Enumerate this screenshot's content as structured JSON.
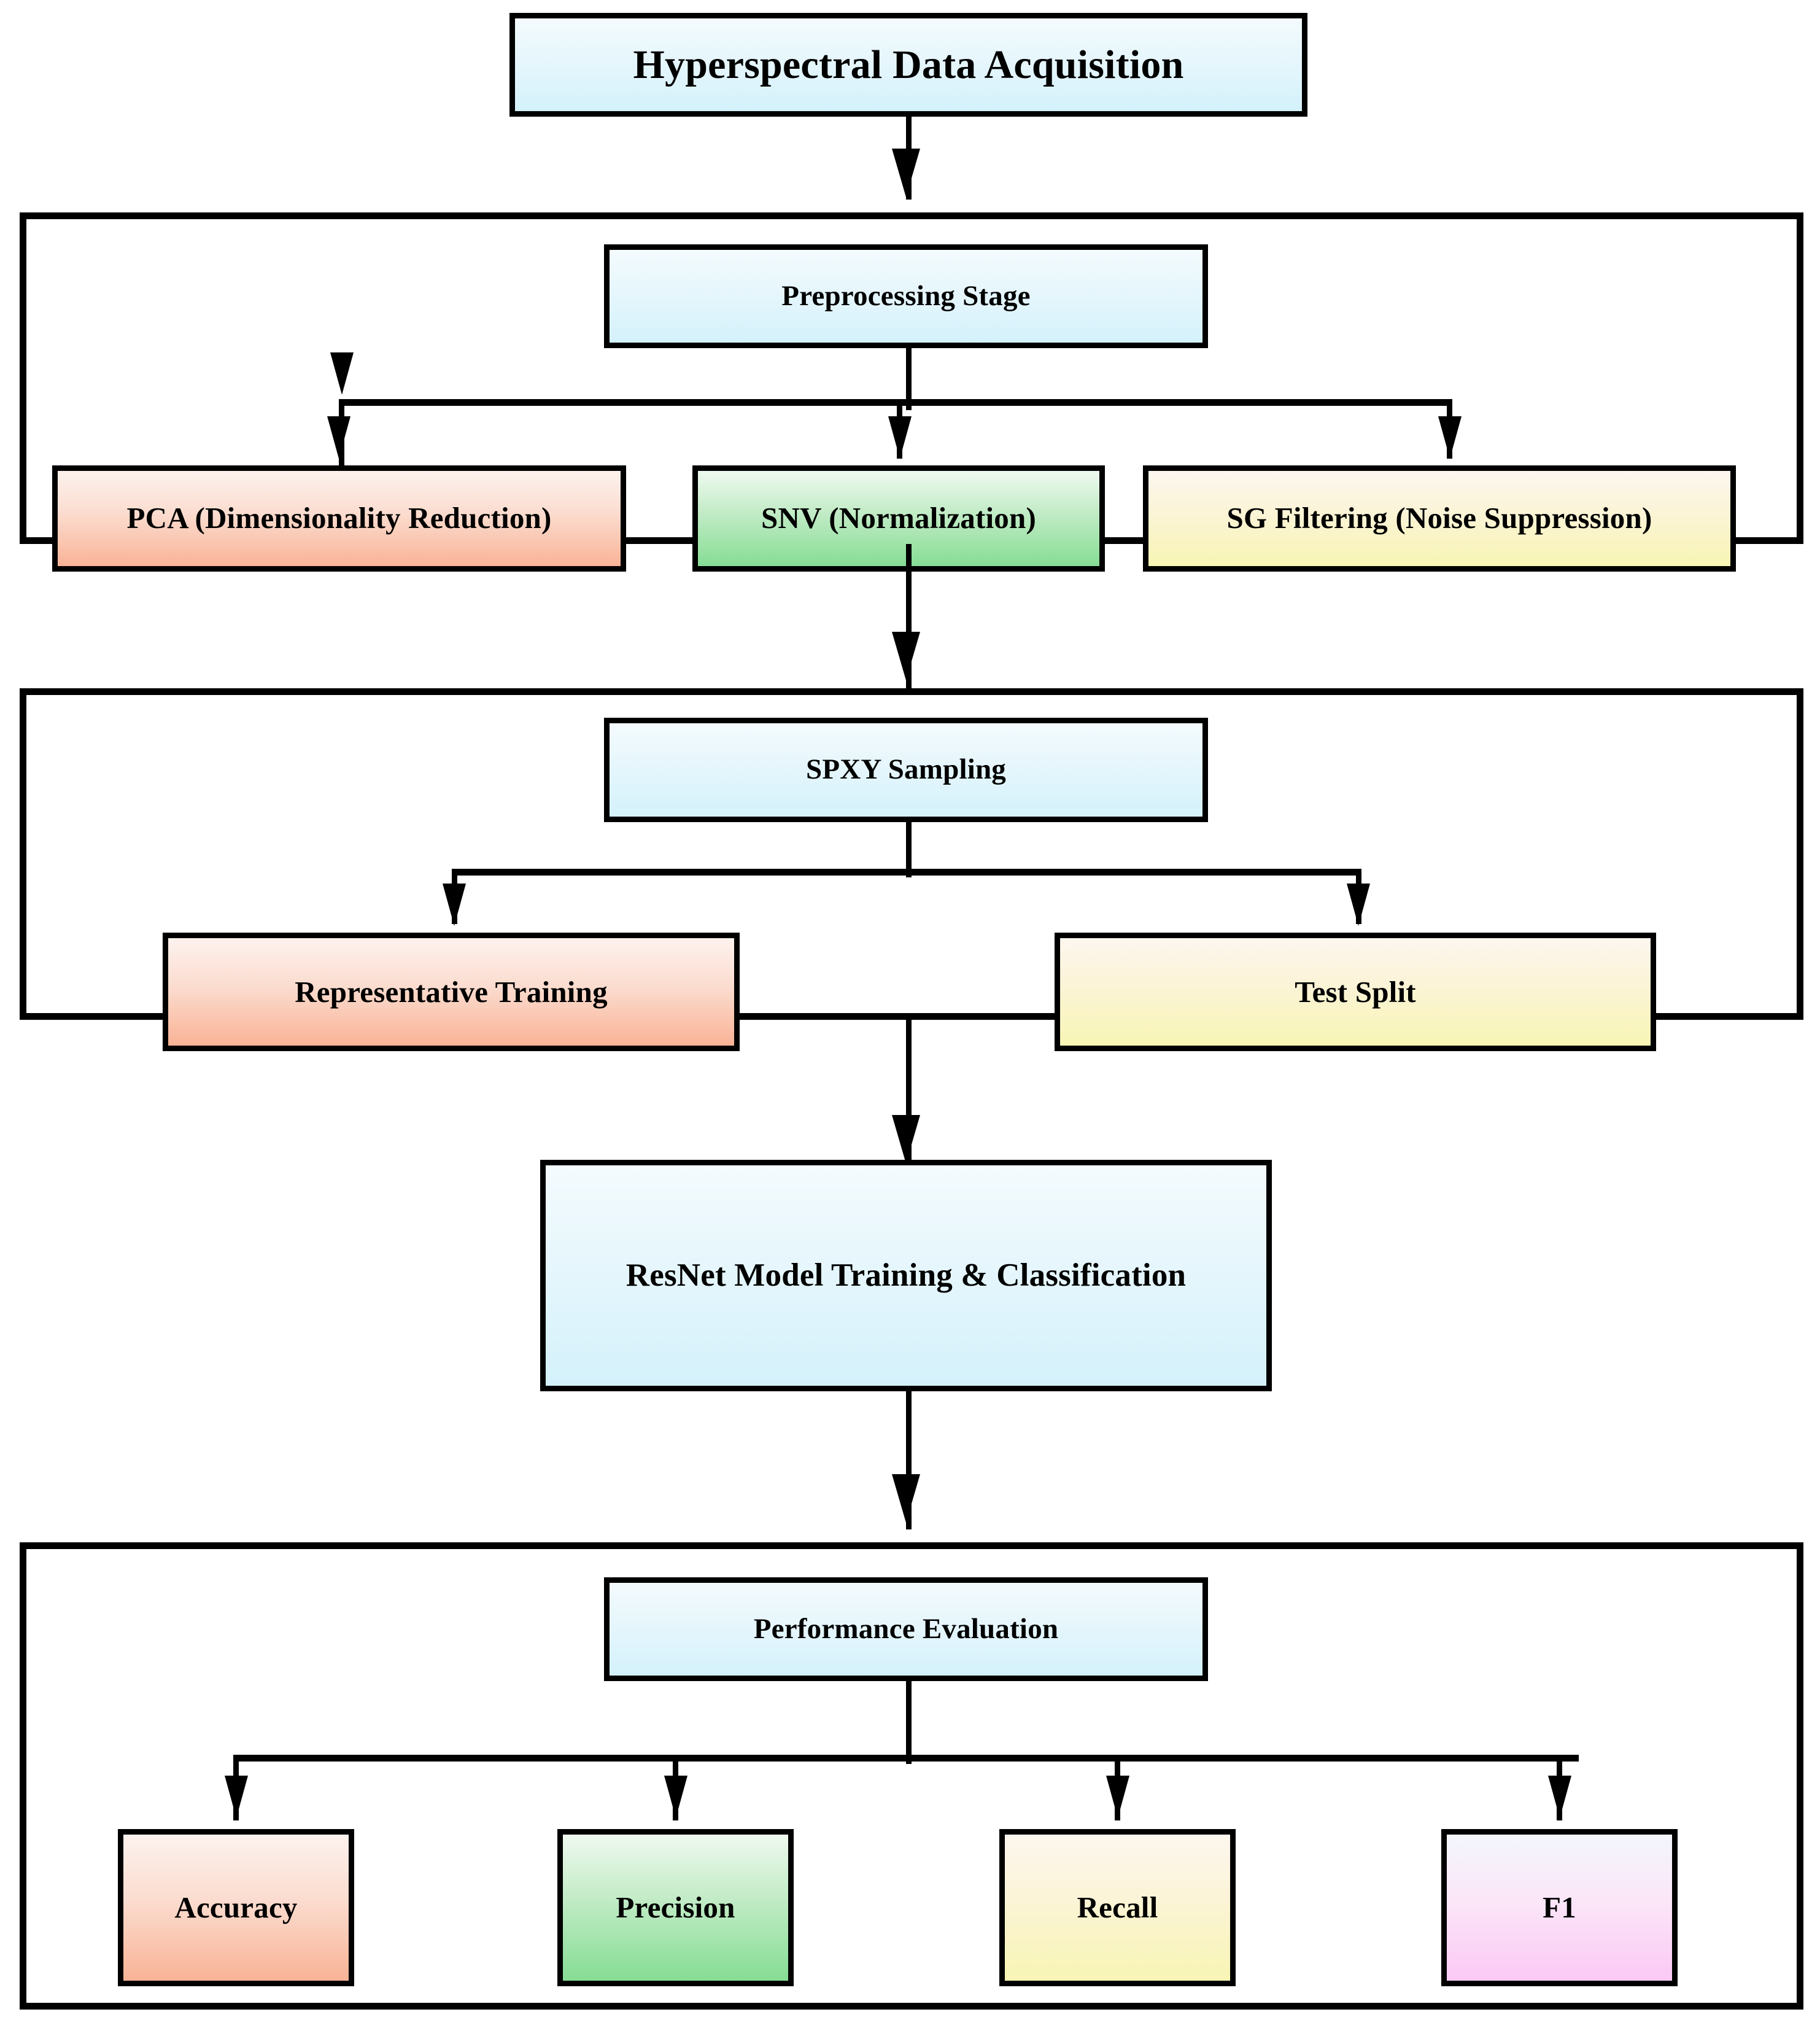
{
  "diagram": {
    "title": "Hyperspectral Data Acquisition",
    "type": "flowchart",
    "orientation": "top-to-bottom"
  },
  "nodes": {
    "acquisition": {
      "label": "Hyperspectral Data Acquisition",
      "color": "#d4f1fb"
    },
    "preprocessing": {
      "label": "Preprocessing Stage",
      "color": "#d4f1fb"
    },
    "pca": {
      "label": "PCA (Dimensionality Reduction)",
      "color": "#f9b396"
    },
    "snv": {
      "label": "SNV (Normalization)",
      "color": "#86dd94"
    },
    "sg": {
      "label": "SG Filtering (Noise Suppression)",
      "color": "#f8f5b4"
    },
    "spxy": {
      "label": "SPXY Sampling",
      "color": "#d4f1fb"
    },
    "train": {
      "label": "Representative Training",
      "color": "#f9b396"
    },
    "test": {
      "label": "Test Split",
      "color": "#f8f5b4"
    },
    "resnet": {
      "label": "ResNet Model Training & Classification",
      "color": "#d4f1fb"
    },
    "evaluation": {
      "label": "Performance Evaluation",
      "color": "#d4f1fb"
    },
    "accuracy": {
      "label": "Accuracy",
      "color": "#f9b396"
    },
    "precision": {
      "label": "Precision",
      "color": "#86dd94"
    },
    "recall": {
      "label": "Recall",
      "color": "#f8f5b4"
    },
    "f1": {
      "label": "F1",
      "color": "#fbc9f5"
    }
  },
  "palette": {
    "stroke": "#000000",
    "background": "#ffffff",
    "blue": "#d4f1fb",
    "peach": "#f9b396",
    "green": "#86dd94",
    "yellow": "#f8f5b4",
    "pink": "#fbc9f5"
  }
}
